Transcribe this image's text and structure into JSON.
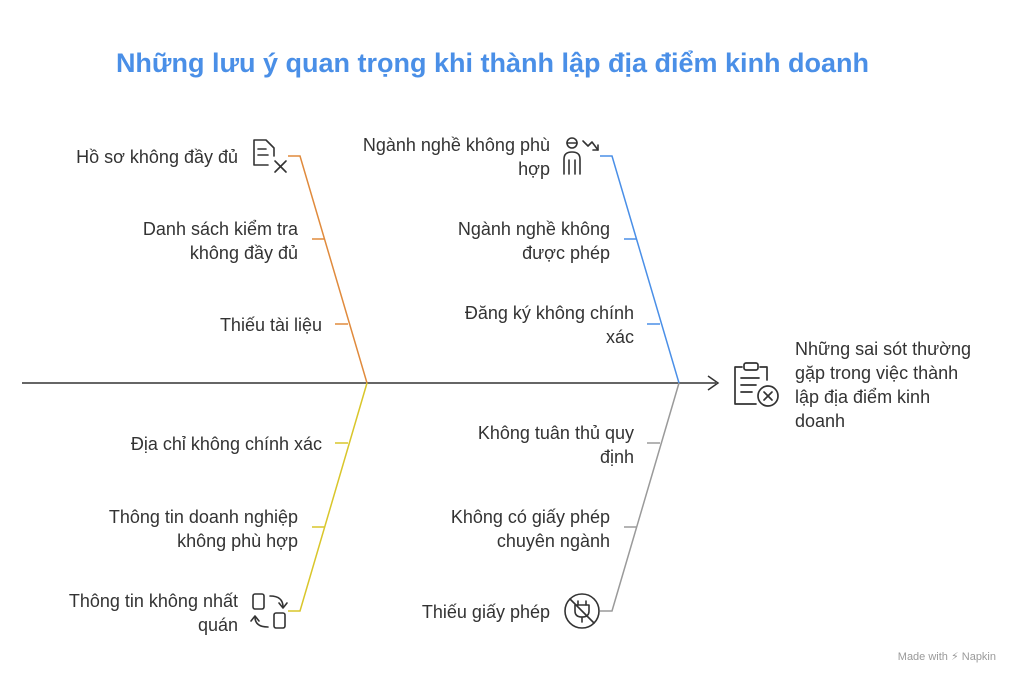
{
  "title": "Những lưu ý quan trọng khi thành lập địa điểm kinh doanh",
  "effect": "Những sai sót thường\ngặp trong việc thành\nlập địa điểm kinh\ndoanh",
  "colors": {
    "title": "#4a8fe7",
    "bone_docs": "#e08a3c",
    "bone_business": "#4a8fe7",
    "bone_info": "#d9c62a",
    "bone_license": "#9a9a9a",
    "spine": "#333333"
  },
  "causes": {
    "docs": [
      "Hồ sơ không đầy đủ",
      "Danh sách kiểm tra\nkhông đầy đủ",
      "Thiếu tài liệu"
    ],
    "business": [
      "Ngành nghề không phù\nhợp",
      "Ngành nghề không\nđược phép",
      "Đăng ký không chính\nxác"
    ],
    "info": [
      "Địa chỉ không chính xác",
      "Thông tin doanh nghiệp\nkhông phù hợp",
      "Thông tin không nhất\nquán"
    ],
    "license": [
      "Không tuân thủ quy\nđịnh",
      "Không có giấy phép\nchuyên ngành",
      "Thiếu giấy phép"
    ]
  },
  "icons": {
    "docs": "document-x-icon",
    "business": "person-mismatch-icon",
    "info": "sync-files-icon",
    "license": "no-plug-icon",
    "effect": "clipboard-x-icon"
  },
  "brand": "Made with ⚡ Napkin"
}
